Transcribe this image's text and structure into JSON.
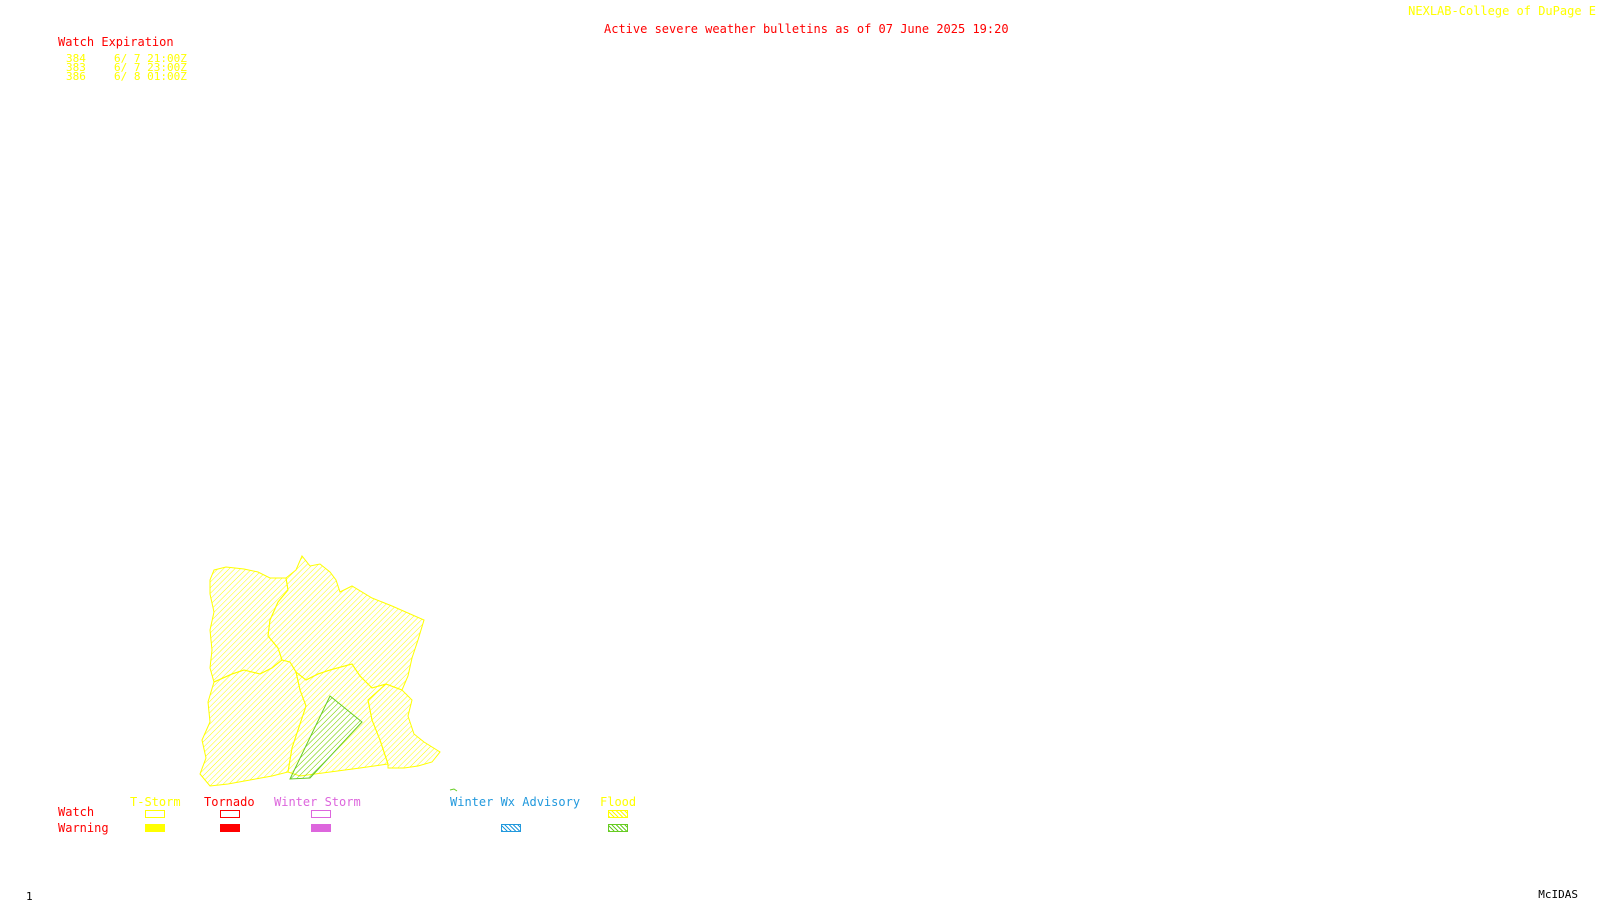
{
  "header": {
    "credit": "NEXLAB-College of DuPage E",
    "title": "Active severe weather bulletins as of 07 June 2025 19:20"
  },
  "watch_expiration": {
    "title": "Watch Expiration",
    "rows": [
      {
        "number": "384",
        "expires": "6/ 7 21:00Z"
      },
      {
        "number": "383",
        "expires": "6/ 7 23:00Z"
      },
      {
        "number": "386",
        "expires": "6/ 8 01:00Z"
      }
    ]
  },
  "map": {
    "watch_color": "#ffff00",
    "flood_color": "#66cc22",
    "hatch": "diagonal"
  },
  "legend": {
    "row_labels": {
      "watch": "Watch",
      "warning": "Warning"
    },
    "categories": [
      {
        "name": "T-Storm",
        "color": "#ffff00",
        "watch_style": "outline",
        "warning_style": "solid"
      },
      {
        "name": "Tornado",
        "color": "#ff0000",
        "watch_style": "outline",
        "warning_style": "solid"
      },
      {
        "name": "Winter Storm",
        "color": "#dd66dd",
        "watch_style": "outline",
        "warning_style": "solid"
      },
      {
        "name": "Winter Wx Advisory",
        "color": "#2299dd",
        "watch_style": "none",
        "warning_style": "hatched"
      },
      {
        "name": "Flood",
        "color": "#ffff00",
        "warning_color": "#66cc22",
        "watch_style": "hatched",
        "warning_style": "hatched"
      }
    ]
  },
  "footer": {
    "frame_number": "1",
    "software": "McIDAS"
  }
}
